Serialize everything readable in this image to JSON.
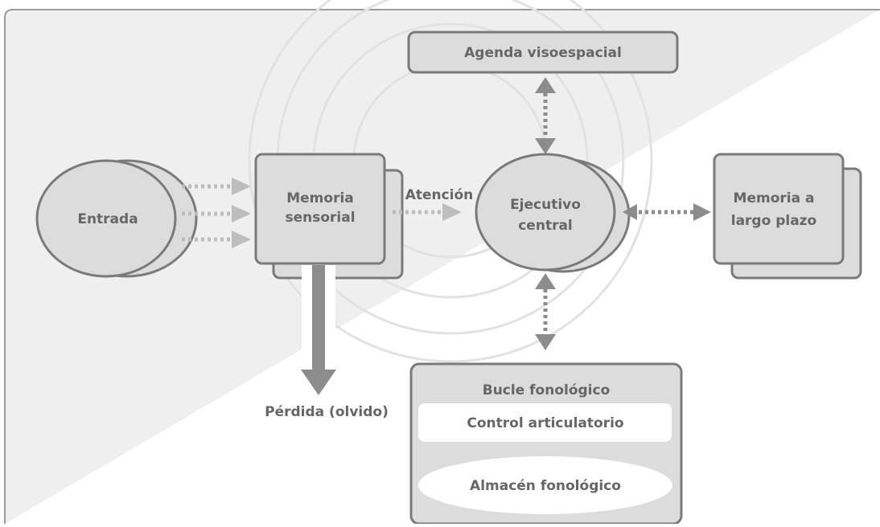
{
  "diagram": {
    "nodes": {
      "input": "Entrada",
      "sensory_memory": [
        "Memoria",
        "sensorial"
      ],
      "central_executive": [
        "Ejecutivo",
        "central"
      ],
      "visuospatial_sketchpad": "Agenda visoespacial",
      "long_term_memory": [
        "Memoria a",
        "largo plazo"
      ],
      "phonological_loop": "Bucle fonológico",
      "articulatory_control": "Control articulatorio",
      "phonological_store": "Almacén fonológico"
    },
    "edge_labels": {
      "attention": "Atención",
      "loss": "Pérdida (olvido)"
    }
  },
  "colors": {
    "frame_fill": "#efefef",
    "frame_stroke": "#9c9c9c",
    "node_fill": "#dcdcdc",
    "node_stroke": "#7a7a7a",
    "arrow": "#8c8c8c",
    "text": "#666666"
  }
}
